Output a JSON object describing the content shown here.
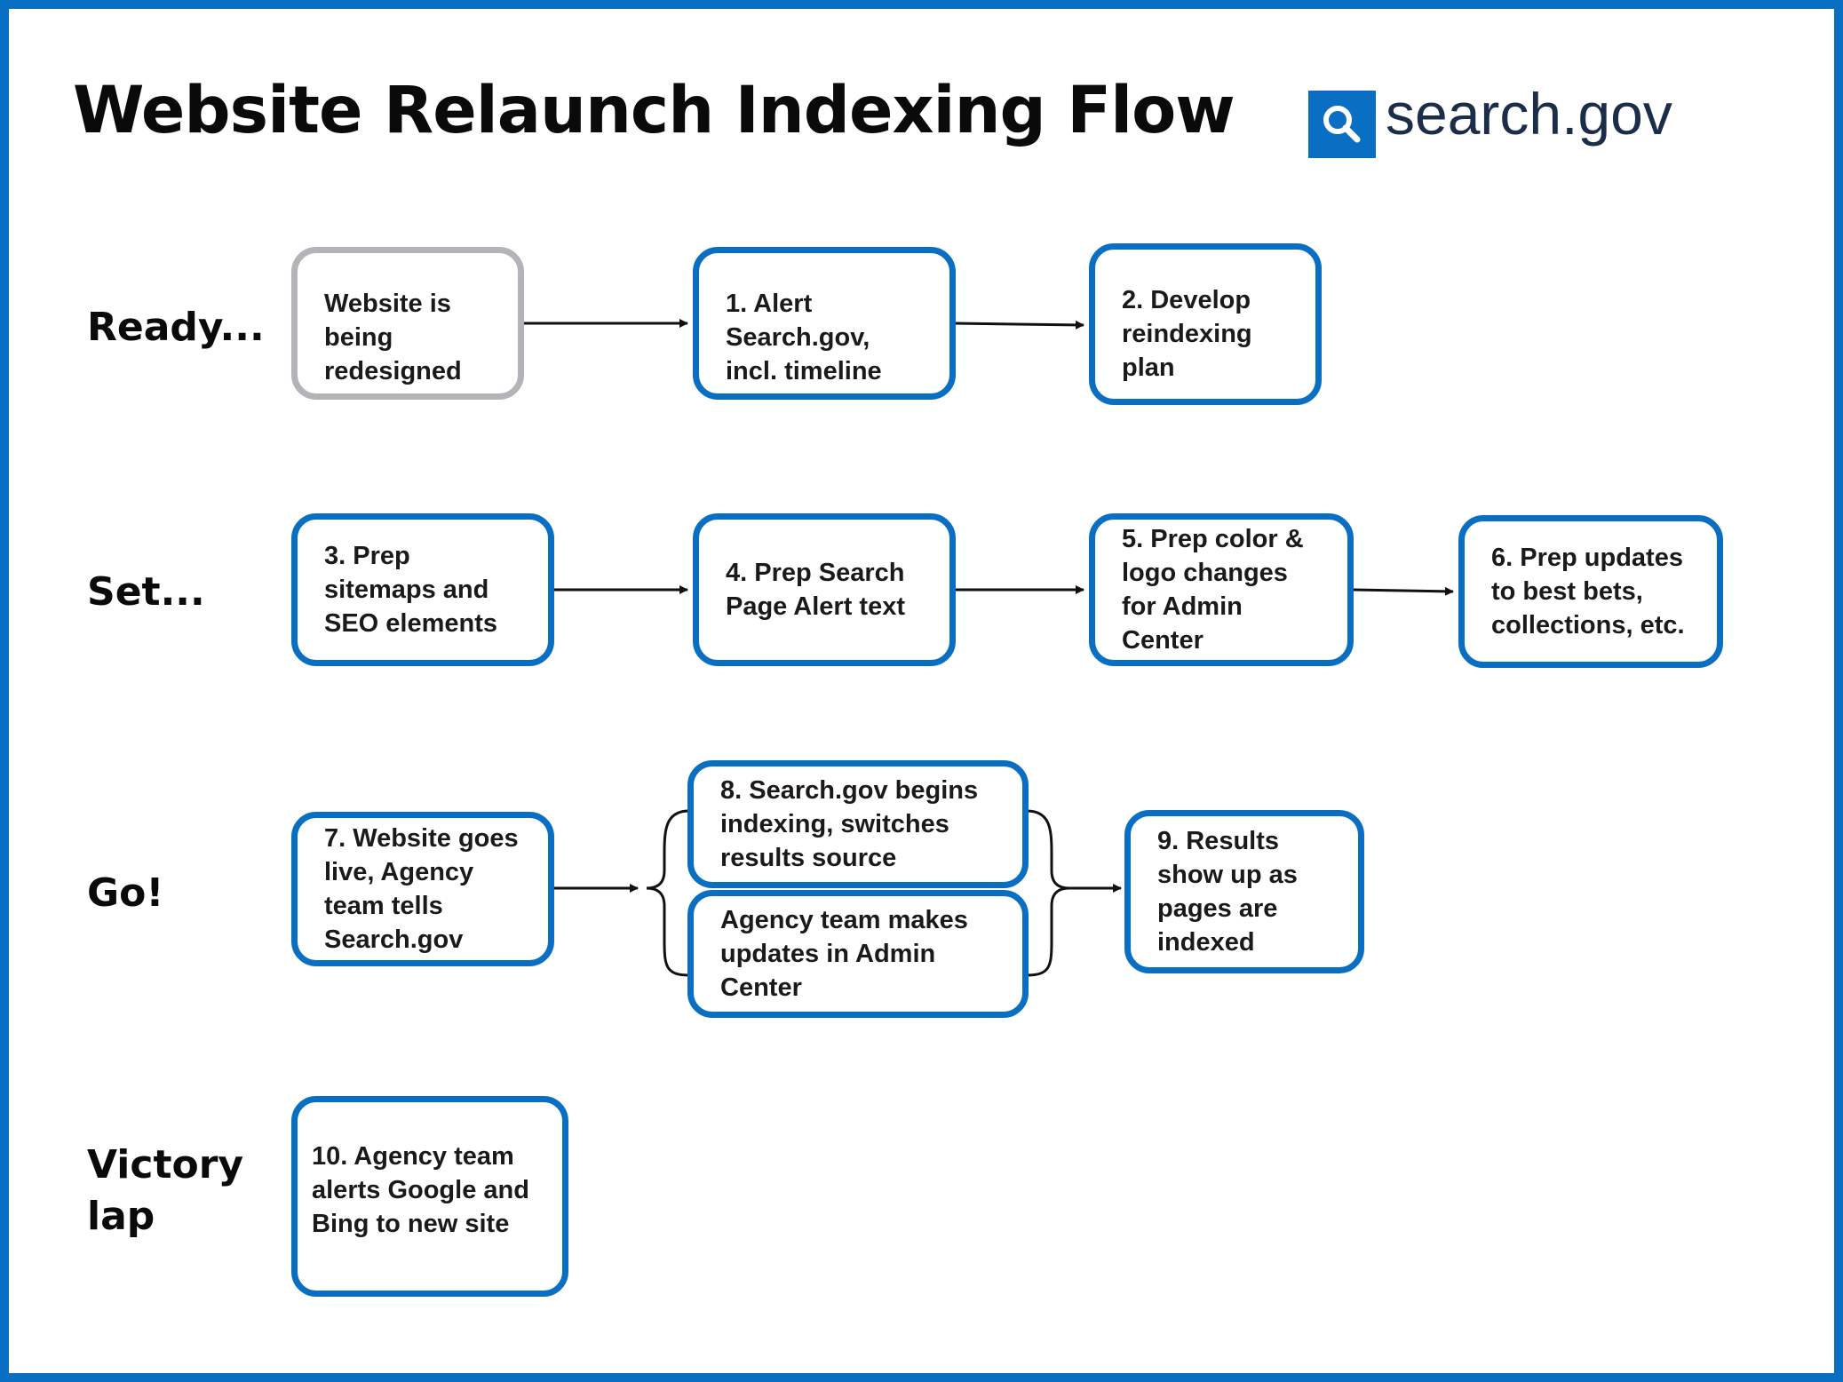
{
  "title": "Website Relaunch Indexing Flow",
  "logo": {
    "text": "search.gov",
    "icon": "search-icon",
    "color": "#0a6fc2"
  },
  "colors": {
    "border": "#0a6fc2",
    "start_node": "#b3b3b8",
    "text": "#1a1a1a"
  },
  "rows": [
    {
      "label": "Ready..."
    },
    {
      "label": "Set..."
    },
    {
      "label": "Go!"
    },
    {
      "label": "Victory lap"
    }
  ],
  "nodes": {
    "start": "Website is being redesigned",
    "n1": "1. Alert Search.gov, incl. timeline",
    "n2": "2. Develop reindexing plan",
    "n3": "3. Prep sitemaps and SEO elements",
    "n4": "4. Prep Search Page Alert text",
    "n5": "5. Prep color & logo changes for Admin Center",
    "n6": "6. Prep updates to best bets, collections, etc.",
    "n7": "7. Website goes live, Agency team tells Search.gov",
    "n8": "8. Search.gov begins indexing, switches results source",
    "n8b": "Agency team makes updates in Admin Center",
    "n9": "9. Results show up as pages are indexed",
    "n10": "10. Agency team alerts Google and Bing to new site"
  }
}
